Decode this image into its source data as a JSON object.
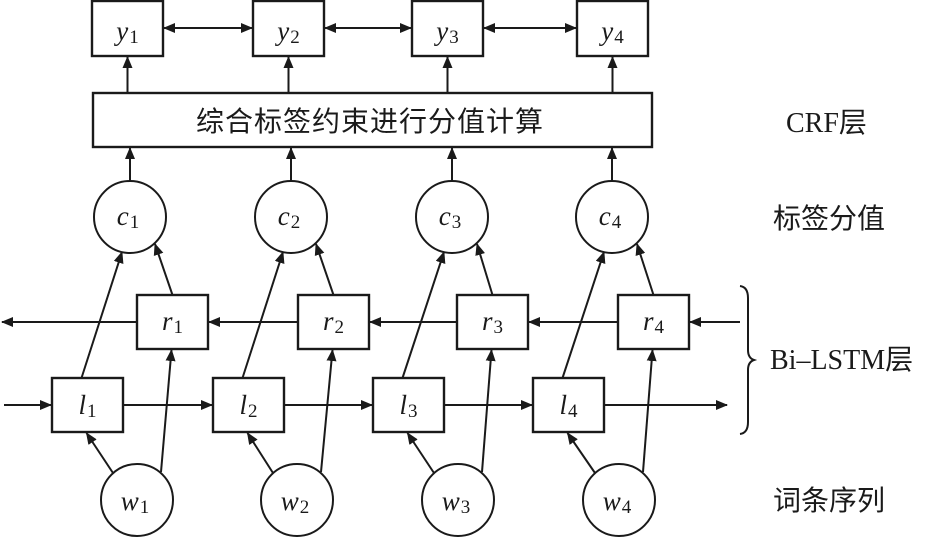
{
  "diagram": {
    "title": "Bi-LSTM-CRF named entity recognition architecture",
    "output_labels": [
      {
        "var": "y",
        "sub": "1"
      },
      {
        "var": "y",
        "sub": "2"
      },
      {
        "var": "y",
        "sub": "3"
      },
      {
        "var": "y",
        "sub": "4"
      }
    ],
    "crf_box_text": "综合标签约束进行分值计算",
    "score_nodes": [
      {
        "var": "c",
        "sub": "1"
      },
      {
        "var": "c",
        "sub": "2"
      },
      {
        "var": "c",
        "sub": "3"
      },
      {
        "var": "c",
        "sub": "4"
      }
    ],
    "backward_lstm": [
      {
        "var": "r",
        "sub": "1"
      },
      {
        "var": "r",
        "sub": "2"
      },
      {
        "var": "r",
        "sub": "3"
      },
      {
        "var": "r",
        "sub": "4"
      }
    ],
    "forward_lstm": [
      {
        "var": "l",
        "sub": "1"
      },
      {
        "var": "l",
        "sub": "2"
      },
      {
        "var": "l",
        "sub": "3"
      },
      {
        "var": "l",
        "sub": "4"
      }
    ],
    "input_words": [
      {
        "var": "w",
        "sub": "1"
      },
      {
        "var": "w",
        "sub": "2"
      },
      {
        "var": "w",
        "sub": "3"
      },
      {
        "var": "w",
        "sub": "4"
      }
    ],
    "layer_labels": {
      "crf": "CRF层",
      "scores": "标签分值",
      "bilstm": "Bi–LSTM层",
      "words": "词条序列"
    },
    "colors": {
      "stroke": "#1a1a1a",
      "background": "#ffffff"
    }
  }
}
